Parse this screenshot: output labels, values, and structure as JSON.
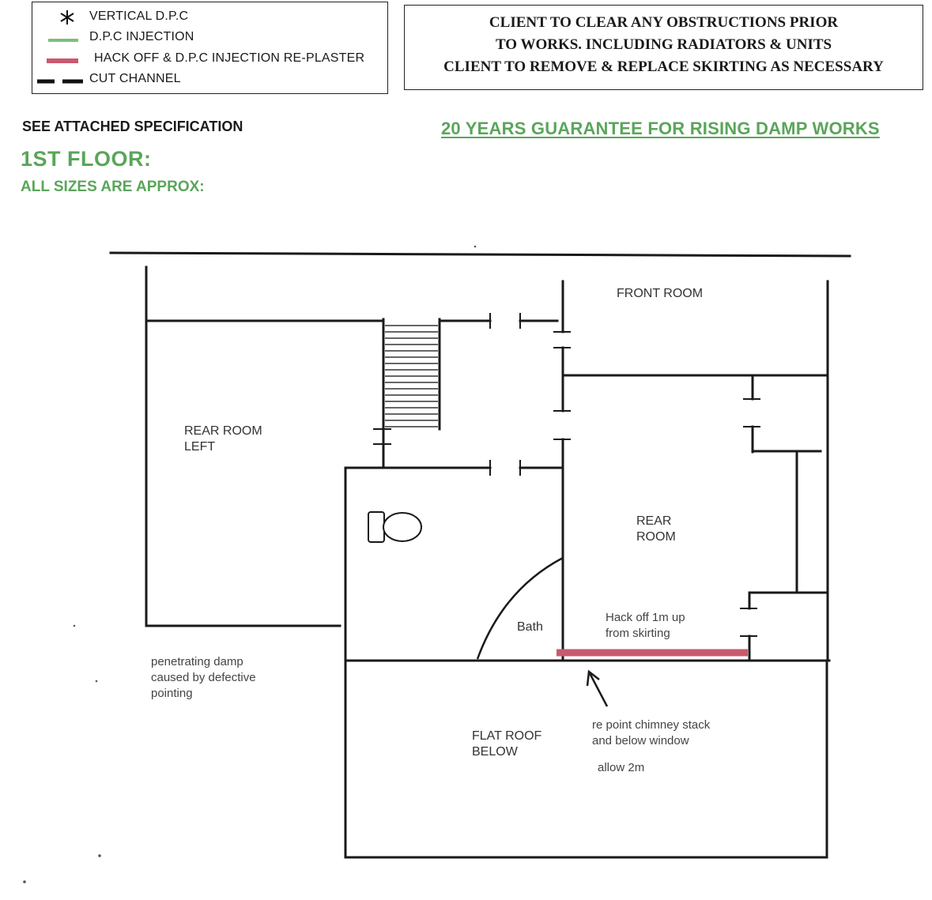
{
  "legend": {
    "items": [
      {
        "symbol": "asterisk-icon",
        "label": "VERTICAL D.P.C"
      },
      {
        "symbol": "green-line-icon",
        "label": "D.P.C INJECTION",
        "color": "#7dbf7d"
      },
      {
        "symbol": "red-line-icon",
        "label": "HACK OFF & D.P.C INJECTION RE-PLASTER",
        "color": "#c9596e"
      },
      {
        "symbol": "dashed-line-icon",
        "label": "CUT CHANNEL",
        "color": "#111111"
      }
    ]
  },
  "notice": {
    "lines": [
      "CLIENT TO CLEAR ANY OBSTRUCTIONS PRIOR",
      "TO WORKS. INCLUDING RADIATORS & UNITS",
      "CLIENT TO REMOVE & REPLACE SKIRTING AS NECESSARY"
    ]
  },
  "header": {
    "spec": "SEE ATTACHED SPECIFICATION",
    "guarantee": "20 YEARS GUARANTEE FOR RISING DAMP WORKS",
    "floor": "1ST  FLOOR:",
    "sizes": "ALL SIZES ARE APPROX:"
  },
  "rooms": {
    "front_room": "FRONT ROOM",
    "rear_room_left": "REAR ROOM\nLEFT",
    "rear_room": "REAR\nROOM",
    "bath": "Bath",
    "flat_roof": "FLAT ROOF\nBELOW"
  },
  "notes": {
    "hack_off": "Hack off 1m up\nfrom skirting",
    "penetrating": "penetrating damp\ncaused by defective\npointing",
    "repoint": "re point chimney stack\nand below window",
    "allow": "allow 2m"
  },
  "colors": {
    "accent_green": "#5aa55a",
    "hack_off_red": "#c9596e"
  }
}
